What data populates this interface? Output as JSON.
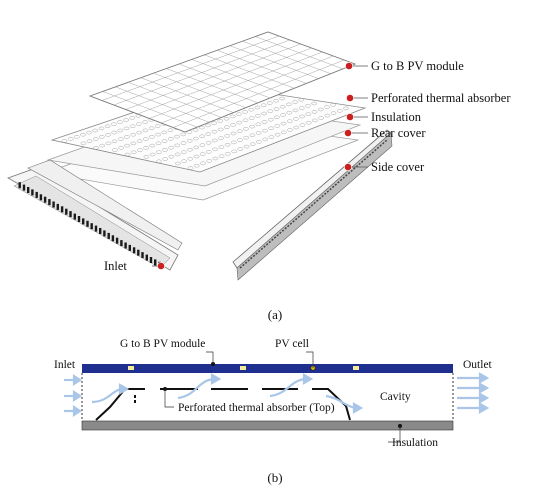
{
  "figure_a": {
    "caption": "(a)",
    "labels": {
      "pv_module": "G to B PV module",
      "absorber": "Perforated thermal absorber",
      "insulation": "Insulation",
      "rear_cover": "Rear cover",
      "side_cover": "Side cover",
      "inlet": "Inlet"
    },
    "colors": {
      "marker": "#cc1f1f",
      "line": "#555555"
    }
  },
  "figure_b": {
    "caption": "(b)",
    "labels": {
      "pv_module": "G to B PV module",
      "pv_cell": "PV cell",
      "inlet": "Inlet",
      "outlet": "Outlet",
      "cavity": "Cavity",
      "absorber": "Perforated thermal absorber (Top)",
      "insulation": "Insulation"
    },
    "colors": {
      "pv_module": "#1f2f8f",
      "pv_cell": "#f3e9a0",
      "insulation": "#8a8a8a",
      "airflow": "#a9c6e8"
    }
  }
}
